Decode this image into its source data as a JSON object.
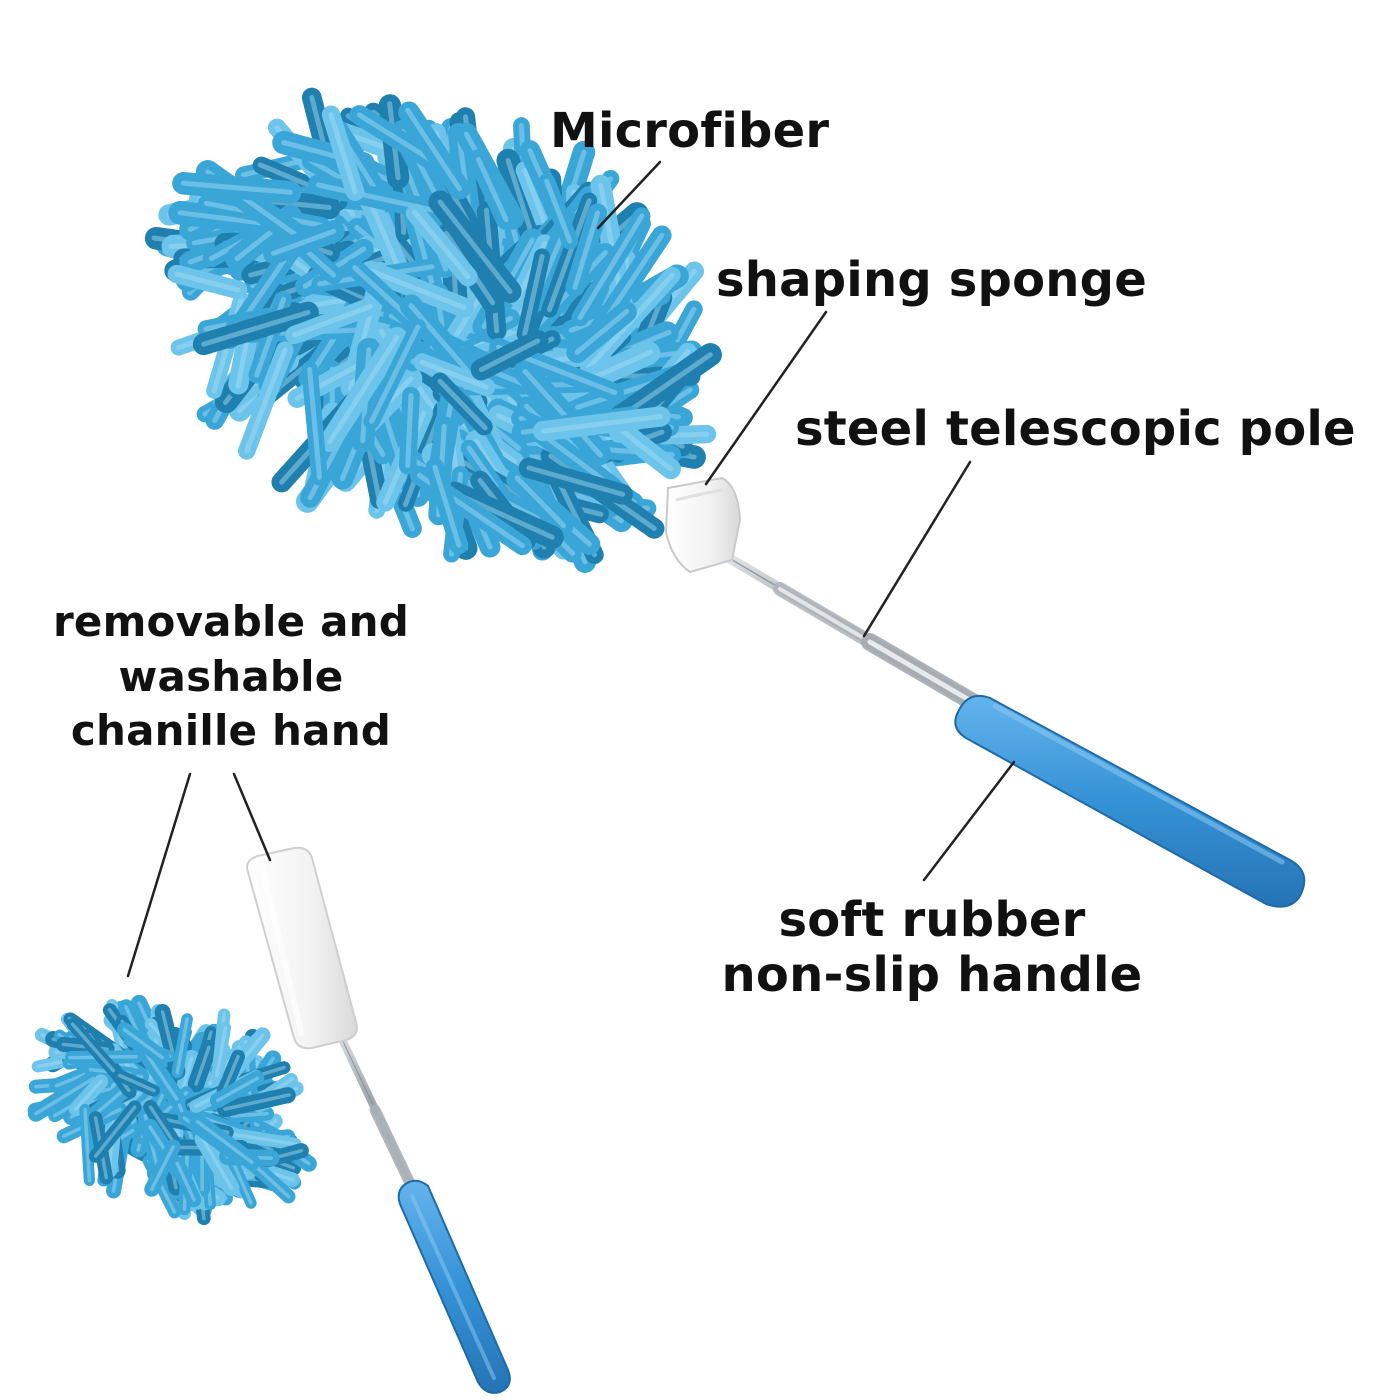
{
  "labels": {
    "microfiber": "Microfiber",
    "shaping_sponge": "shaping sponge",
    "steel_pole": "steel telescopic pole",
    "soft_rubber": [
      "soft rubber",
      "non-slip handle"
    ],
    "removable": [
      "removable and",
      "washable",
      "chanille hand"
    ]
  },
  "colors": {
    "microfiber": "#3aa6d8",
    "microfiber_light": "#6cc4ea",
    "microfiber_dark": "#1f7fae",
    "sponge": "#f4f4f4",
    "handle": "#3a93d6",
    "steel": "#b9bec4",
    "leader_line": "#222222",
    "text": "#111111",
    "background": "#ffffff"
  }
}
